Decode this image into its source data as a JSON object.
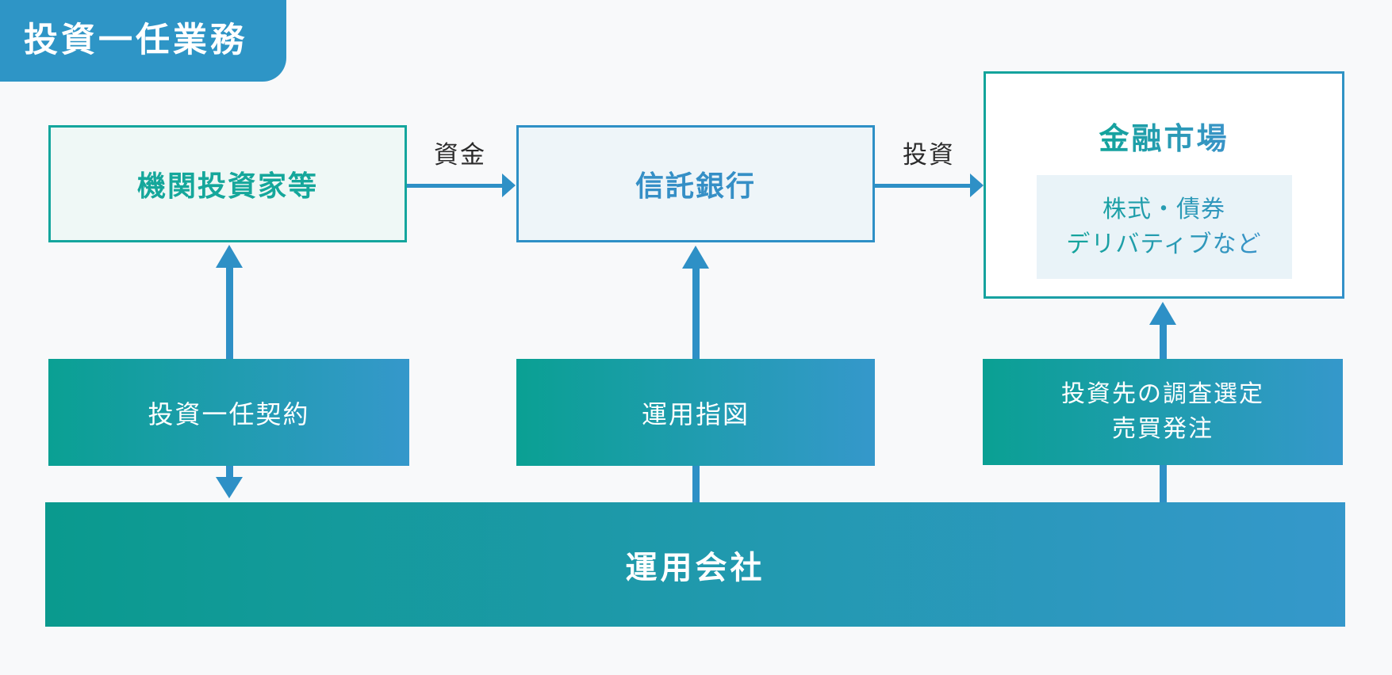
{
  "badge": {
    "label": "投資一任業務"
  },
  "entities": {
    "investors": {
      "label": "機関投資家等"
    },
    "trust_bank": {
      "label": "信託銀行"
    },
    "financial_market": {
      "label": "金融市場",
      "instruments_line1": "株式・債券",
      "instruments_line2": "デリバティブなど"
    },
    "management_company": {
      "label": "運用会社"
    }
  },
  "flows": {
    "funds": {
      "label": "資金"
    },
    "investment": {
      "label": "投資"
    },
    "discretionary_contract": {
      "label": "投資一任契約"
    },
    "investment_instruction": {
      "label": "運用指図"
    },
    "research_and_order": {
      "line1": "投資先の調査選定",
      "line2": "売買発注"
    }
  },
  "colors": {
    "background": "#f8f9fa",
    "badge_blue": "#2e95c6",
    "teal": "#0aa093",
    "teal_border": "#14a69d",
    "teal_text": "#15a79b",
    "blue": "#3598cb",
    "blue_border": "#2e90c6",
    "blue_text": "#358fc6",
    "arrow_blue": "#2e90c6",
    "mint_bg": "#eff8f6",
    "lightblue_bg": "#eef5f9",
    "inner_bg": "#e9f3f8",
    "label_dark": "#2b2b2b",
    "white": "#ffffff"
  }
}
